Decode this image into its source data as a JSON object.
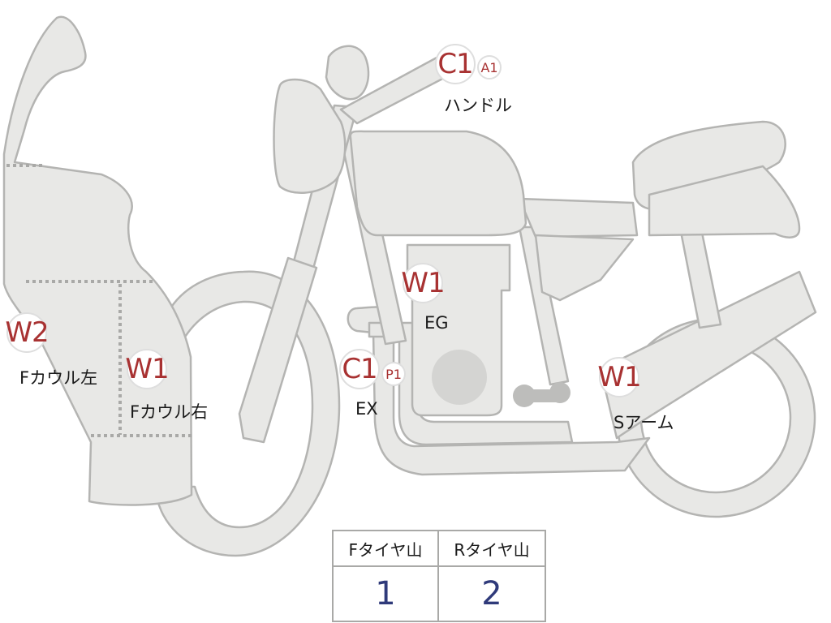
{
  "callouts": {
    "handle": {
      "code": "C1",
      "sub": "A1",
      "label": "ハンドル"
    },
    "engine": {
      "code": "W1",
      "label": "EG"
    },
    "exhaust": {
      "code": "C1",
      "sub": "P1",
      "label": "EX"
    },
    "cowl_right": {
      "code": "W1",
      "label": "Fカウル右"
    },
    "cowl_left": {
      "code": "W2",
      "label": "Fカウル左"
    },
    "swingarm": {
      "code": "W1",
      "label": "Sアーム"
    }
  },
  "tire_table": {
    "headers": [
      "Fタイヤ山",
      "Rタイヤ山"
    ],
    "values": [
      "1",
      "2"
    ]
  },
  "colors": {
    "body_fill": "#e8e8e6",
    "outline": "#b4b4b2",
    "code_text": "#a83232",
    "value_text": "#2f3a7a"
  }
}
